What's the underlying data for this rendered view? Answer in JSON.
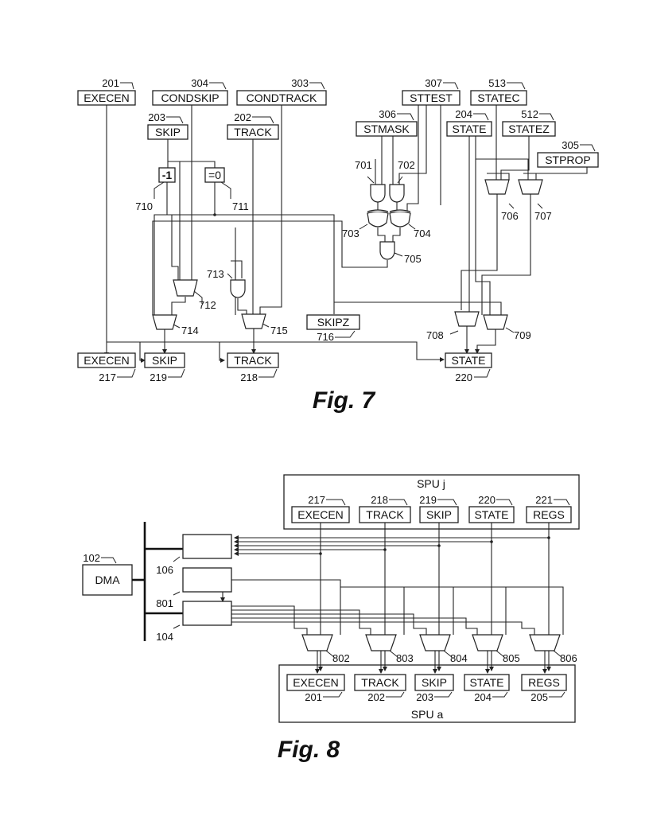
{
  "fig7": {
    "caption": "Fig. 7",
    "inputs": {
      "execen": {
        "label": "EXECEN",
        "ref": "201"
      },
      "condskip": {
        "label": "CONDSKIP",
        "ref": "304"
      },
      "condtrack": {
        "label": "CONDTRACK",
        "ref": "303"
      },
      "skip": {
        "label": "SKIP",
        "ref": "203"
      },
      "track": {
        "label": "TRACK",
        "ref": "202"
      },
      "sttest": {
        "label": "STTEST",
        "ref": "307"
      },
      "statec": {
        "label": "STATEC",
        "ref": "513"
      },
      "stmask": {
        "label": "STMASK",
        "ref": "306"
      },
      "state": {
        "label": "STATE",
        "ref": "204"
      },
      "statez": {
        "label": "STATEZ",
        "ref": "512"
      },
      "stprop": {
        "label": "STPROP",
        "ref": "305"
      }
    },
    "logic": {
      "dec": {
        "label": "-1",
        "ref": "710"
      },
      "zero": {
        "label": "=0",
        "ref": "711"
      },
      "gates": {
        "and701": "701",
        "and702": "702",
        "xor703": "703",
        "xor704": "704",
        "and705": "705",
        "mux706": "706",
        "mux707": "707",
        "mux712": "712",
        "and713": "713",
        "mux714": "714",
        "mux715": "715",
        "mux708": "708",
        "mux709": "709"
      },
      "skipz": {
        "label": "SKIPZ",
        "ref": "716"
      }
    },
    "outputs": {
      "execen": {
        "label": "EXECEN",
        "ref": "217"
      },
      "skip": {
        "label": "SKIP",
        "ref": "219"
      },
      "track": {
        "label": "TRACK",
        "ref": "218"
      },
      "state": {
        "label": "STATE",
        "ref": "220"
      }
    }
  },
  "fig8": {
    "caption": "Fig. 8",
    "spu_j": {
      "title": "SPU j",
      "registers": [
        {
          "label": "EXECEN",
          "ref": "217"
        },
        {
          "label": "TRACK",
          "ref": "218"
        },
        {
          "label": "SKIP",
          "ref": "219"
        },
        {
          "label": "STATE",
          "ref": "220"
        },
        {
          "label": "REGS",
          "ref": "221"
        }
      ]
    },
    "spu_a": {
      "title": "SPU a",
      "registers": [
        {
          "label": "EXECEN",
          "ref": "201"
        },
        {
          "label": "TRACK",
          "ref": "202"
        },
        {
          "label": "SKIP",
          "ref": "203"
        },
        {
          "label": "STATE",
          "ref": "204"
        },
        {
          "label": "REGS",
          "ref": "205"
        }
      ]
    },
    "dma": {
      "label": "DMA",
      "ref": "102"
    },
    "blocks": {
      "upper": "106",
      "middle": "801",
      "lower": "104"
    },
    "muxes": [
      "802",
      "803",
      "804",
      "805",
      "806"
    ]
  }
}
